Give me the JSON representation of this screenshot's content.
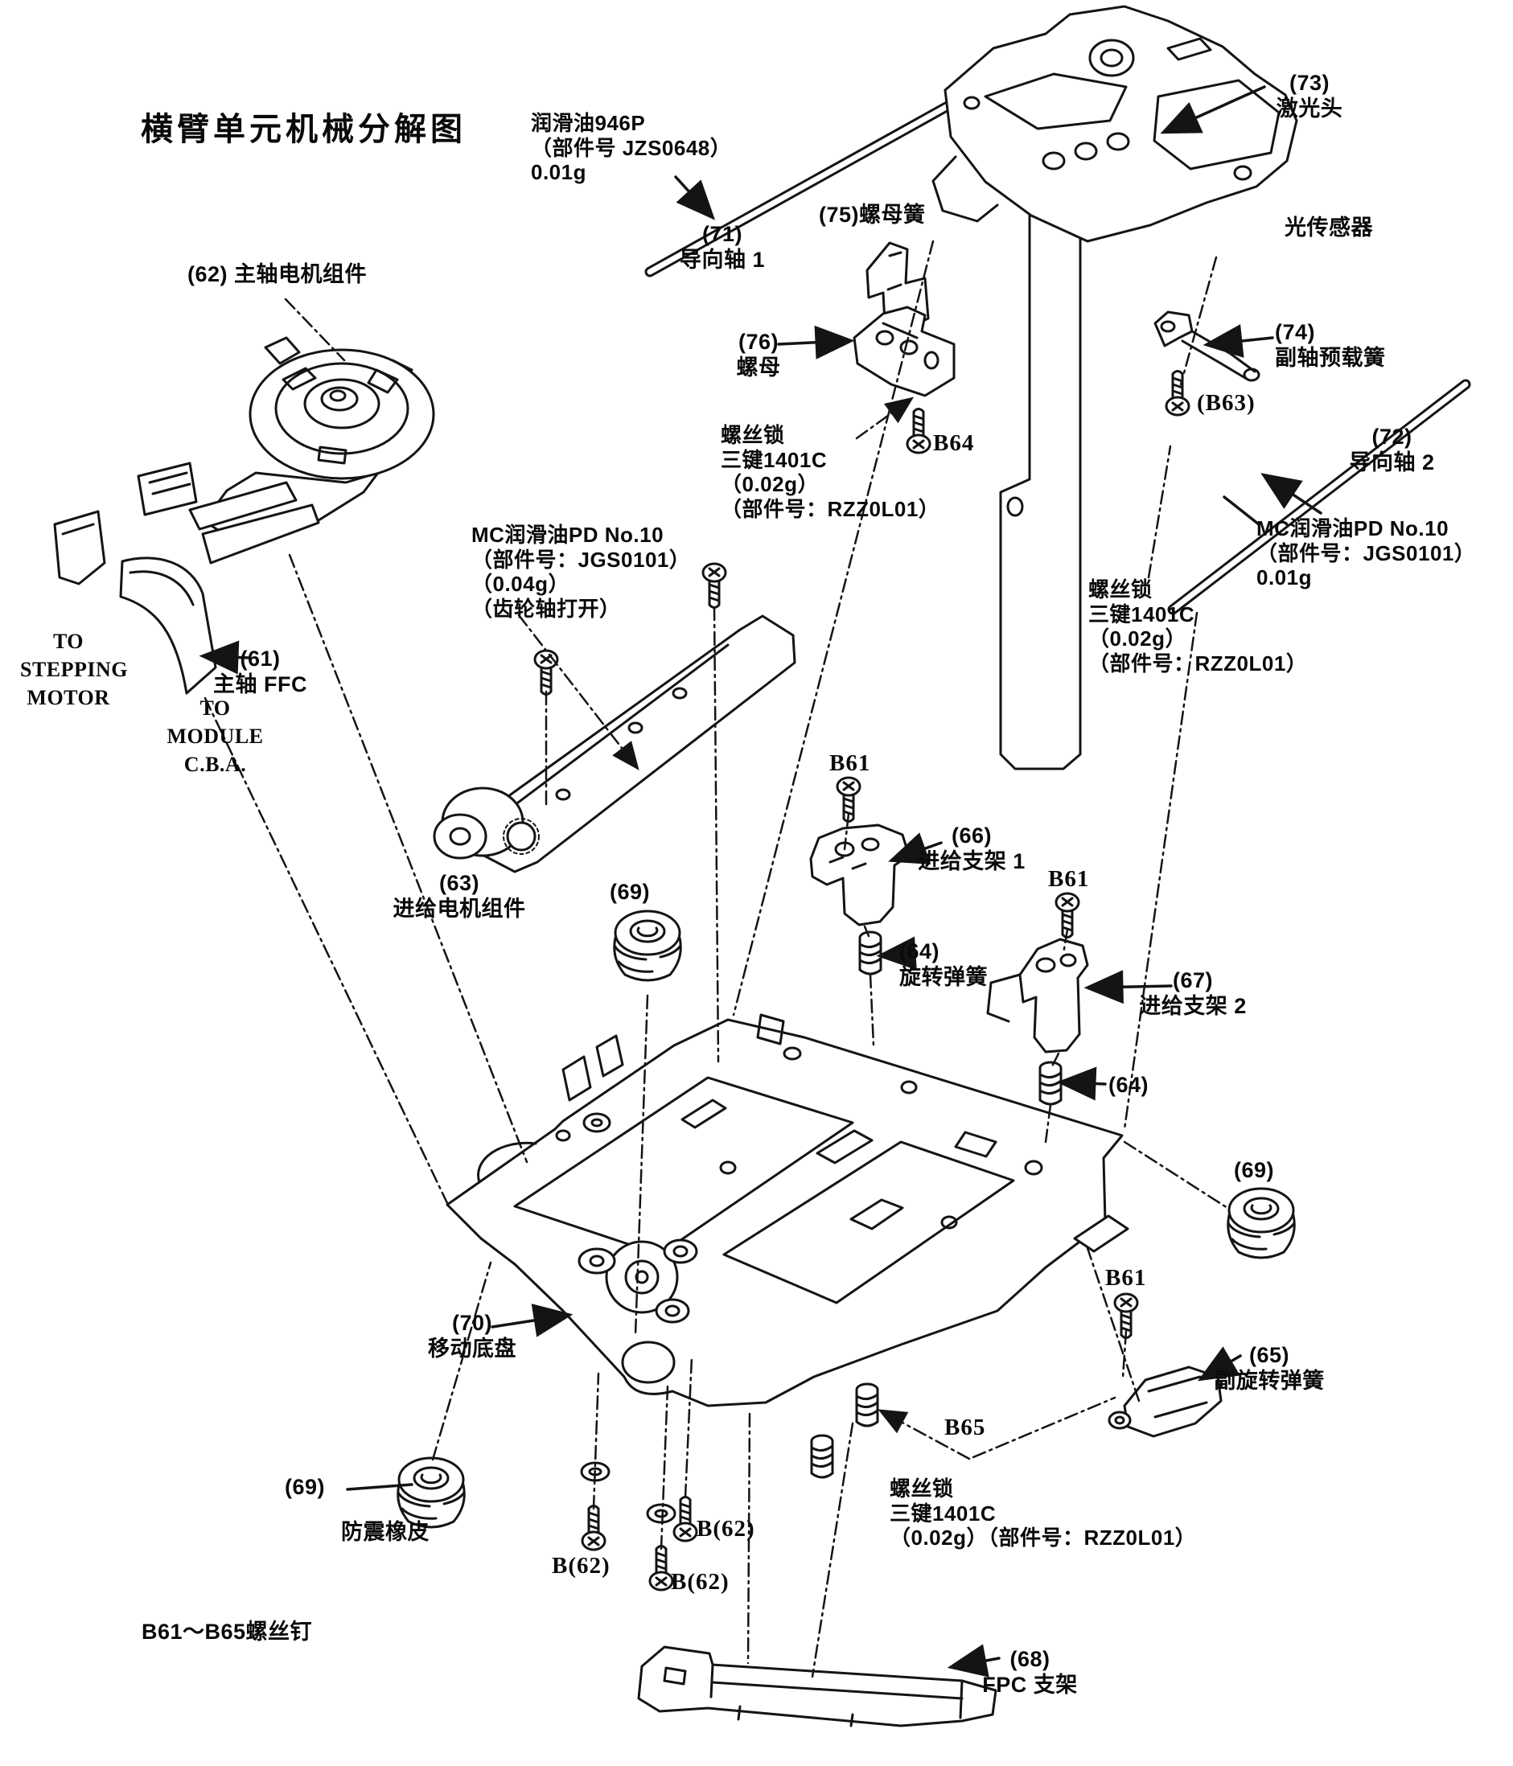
{
  "page": {
    "background": "#ffffff",
    "ink": "#141414"
  },
  "labels": {
    "title": "横臂单元机械分解图",
    "lube946p": "润滑油946P\n（部件号  JZS0648）\n0.01g",
    "part71": "(71)\n导向轴 1",
    "part75": "(75)螺母簧",
    "part73": "(73)\n激光头",
    "optical_sensor": "光传感器",
    "part74": "(74)\n副轴预载簧",
    "b63": "(B63)",
    "part72": "(72)\n导向轴 2",
    "mc_lube_right": "MC润滑油PD No.10\n（部件号：JGS0101）\n0.01g",
    "screw_lock_right": "螺丝锁\n三键1401C\n（0.02g）\n（部件号：RZZ0L01）",
    "part76": "(76)\n螺母",
    "screw_lock_center": "螺丝锁\n三键1401C\n（0.02g）\n（部件号：RZZ0L01）",
    "b64": "B64",
    "part62": "(62) 主轴电机组件",
    "to_stepping_motor": "TO\nSTEPPING\nMOTOR",
    "part61": "(61)\n主轴 FFC",
    "to_module": "TO MODULE\nC.B.A.",
    "mc_lube_center": "MC润滑油PD No.10\n（部件号：JGS0101）\n（0.04g）\n（齿轮轴打开）",
    "part63": "(63)\n进给电机组件",
    "part69a": "(69)",
    "b61a": "B61",
    "part66": "(66)\n进给支架 1",
    "part64a": "(64)\n旋转弹簧",
    "b61b": "B61",
    "part67": "(67)\n进给支架 2",
    "part64b": "(64)",
    "part69b": "(69)",
    "b61c": "B61",
    "part65": "(65)\n副旋转弹簧",
    "part70": "(70)\n移动底盘",
    "b65": "B65",
    "screw_lock_bottom": "螺丝锁\n三键1401C\n（0.02g）（部件号：RZZ0L01）",
    "part69c": "(69)",
    "part69c_name": "防震橡皮",
    "b62a": "B(62)",
    "b62b": "B(62)",
    "b62c": "B(62)",
    "screws_range": "B61～B65螺丝钉",
    "part68": "(68)\nFPC 支架"
  }
}
